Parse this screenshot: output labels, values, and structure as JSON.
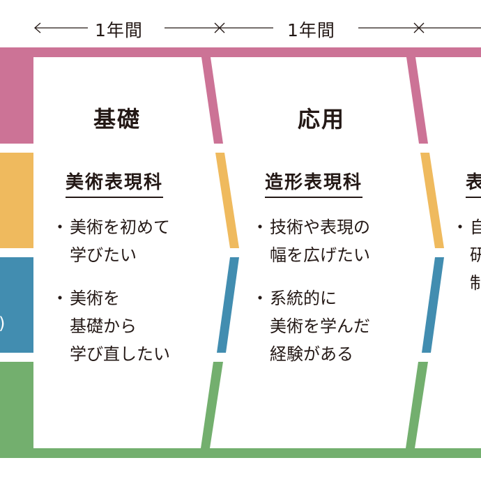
{
  "timeline": {
    "segments": [
      {
        "label": "1年間"
      },
      {
        "label": "1年間"
      }
    ],
    "start_marker": "arrow-left",
    "separator_marker": "cross"
  },
  "colors": {
    "pink": "#CC7396",
    "yellow": "#EFBA5E",
    "blue": "#428DB0",
    "green": "#73AF6E",
    "text": "#231815"
  },
  "left_band_fragment": {
    "blue_label_fragment": ")"
  },
  "columns": [
    {
      "stage": "基礎",
      "course": "美術表現科",
      "bullets": [
        {
          "lines": [
            "美術を初めて",
            "学びたい"
          ]
        },
        {
          "lines": [
            "美術を",
            "基礎から",
            "学び直したい"
          ]
        }
      ]
    },
    {
      "stage": "応用",
      "course": "造形表現科",
      "bullets": [
        {
          "lines": [
            "技術や表現の",
            "幅を広げたい"
          ]
        },
        {
          "lines": [
            "系統的に",
            "美術を学んだ",
            "経験がある"
          ]
        }
      ]
    },
    {
      "stage": "",
      "course": "表",
      "bullets": [
        {
          "lines": [
            "自",
            "研",
            "制"
          ]
        }
      ]
    }
  ],
  "bullet_mark": "・"
}
